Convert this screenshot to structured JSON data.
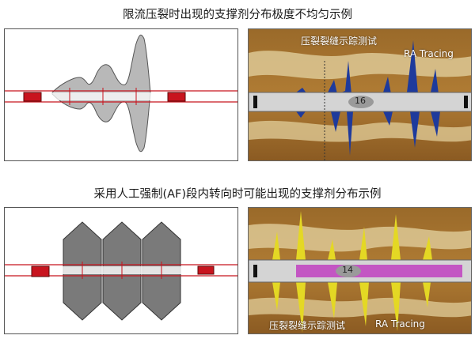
{
  "captions": {
    "top": "限流压裂时出现的支撑剂分布极度不均匀示例",
    "bottom": "采用人工强制(AF)段内转向时可能出现的支撑剂分布示例"
  },
  "top_tracer": {
    "label_cn": "压裂裂缝示踪测试",
    "label_en": "RA Tracing",
    "tool_marker": "16"
  },
  "bottom_tracer": {
    "label_cn": "压裂裂缝示踪测试",
    "label_en": "RA Tracing",
    "tool_marker": "14"
  },
  "colors": {
    "tracer_top": "#1e3a9c",
    "tracer_bottom": "#e4d824",
    "diverter_band": "#c040c0",
    "perforation": "#c8141e",
    "proppant_gray": "#b8b8b8",
    "proppant_dark": "#7a7a7a",
    "rock": "#a8722e"
  }
}
